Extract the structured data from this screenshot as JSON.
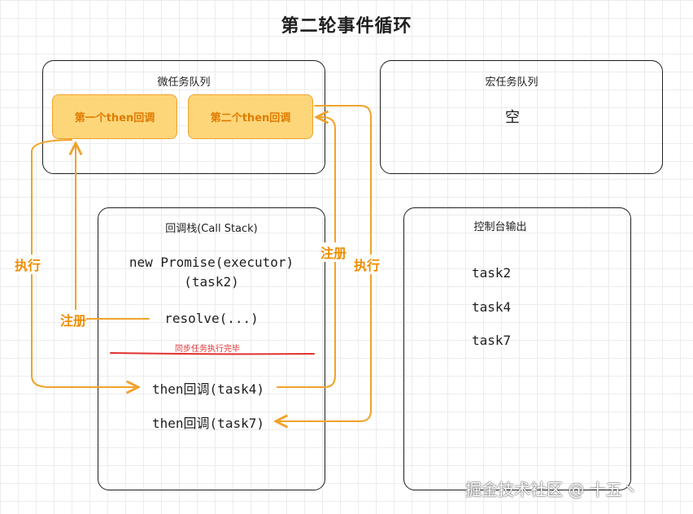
{
  "title": "第二轮事件循环",
  "microtask_queue": {
    "label": "微任务队列",
    "tasks": [
      "第一个then回调",
      "第二个then回调"
    ]
  },
  "macrotask_queue": {
    "label": "宏任务队列",
    "content": "空"
  },
  "call_stack": {
    "label": "回调栈(Call Stack)",
    "line1": "new Promise(executor)",
    "line2": "(task2)",
    "resolve": "resolve(...)",
    "sync_done_note": "同步任务执行完毕",
    "then4": "then回调(task4)",
    "then7": "then回调(task7)"
  },
  "console": {
    "label": "控制台输出",
    "lines": [
      "task2",
      "task4",
      "task7"
    ]
  },
  "arrow_labels": {
    "execute_left": "执行",
    "register_left": "注册",
    "register_right": "注册",
    "execute_right": "执行"
  },
  "watermark": "掘金技术社区 @ 十五丶",
  "colors": {
    "arrow": "#f0a22b",
    "card_fill": "#fdd67a",
    "card_text": "#e07b00",
    "underline": "#e03131"
  }
}
